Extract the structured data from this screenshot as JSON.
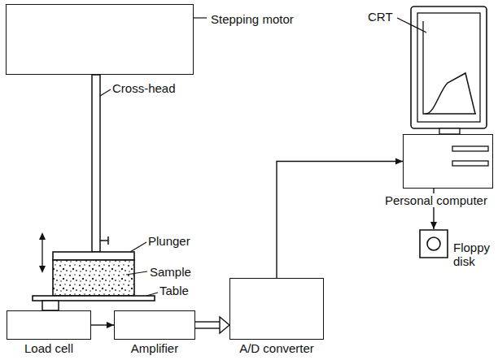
{
  "diagram": {
    "nodes": [
      {
        "text": [
          "Stepping motor"
        ]
      },
      {
        "text": [
          "Load cell"
        ]
      },
      {
        "text": [
          "Amplifier"
        ]
      },
      {
        "text": [
          "A/D converter"
        ]
      },
      {
        "text": [
          "Personal computer"
        ]
      },
      {
        "text": [
          "Floppy disk"
        ]
      }
    ],
    "edges": [
      {
        "from": 1,
        "to": 2,
        "arrow": "to"
      },
      {
        "from": 2,
        "to": 3,
        "arrow": "to"
      },
      {
        "from": 3,
        "to": 4,
        "arrow": "to"
      },
      {
        "from": 4,
        "to": 5,
        "arrow": "to"
      }
    ],
    "labels": [
      "Cross-head",
      "Plunger",
      "Sample",
      "Table",
      "CRT"
    ]
  }
}
